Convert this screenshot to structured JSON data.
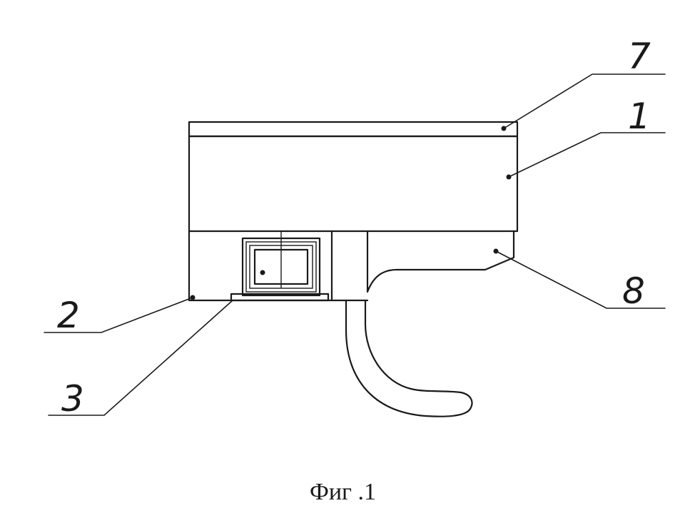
{
  "figure": {
    "caption": "Фиг .1",
    "labels": {
      "part_7": "7",
      "part_1": "1",
      "part_8": "8",
      "part_2": "2",
      "part_3": "3"
    }
  }
}
